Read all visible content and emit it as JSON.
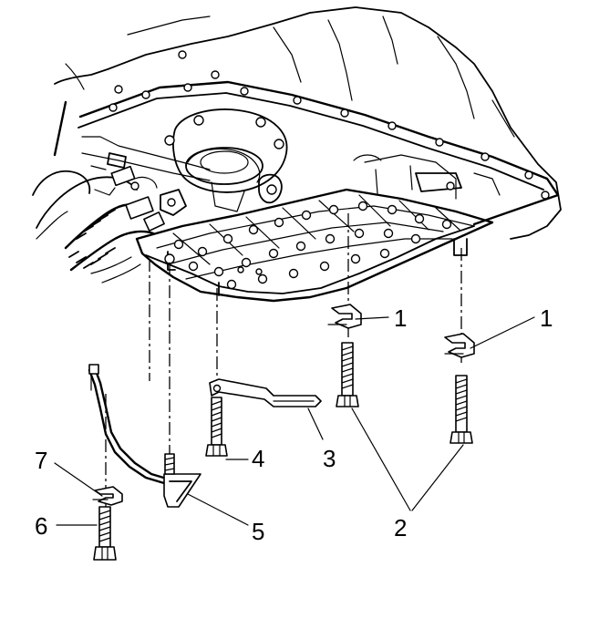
{
  "callouts": [
    {
      "id": "1a",
      "label": "1"
    },
    {
      "id": "1b",
      "label": "1"
    },
    {
      "id": "2",
      "label": "2"
    },
    {
      "id": "3",
      "label": "3"
    },
    {
      "id": "4",
      "label": "4"
    },
    {
      "id": "5",
      "label": "5"
    },
    {
      "id": "6",
      "label": "6"
    },
    {
      "id": "7",
      "label": "7"
    }
  ]
}
